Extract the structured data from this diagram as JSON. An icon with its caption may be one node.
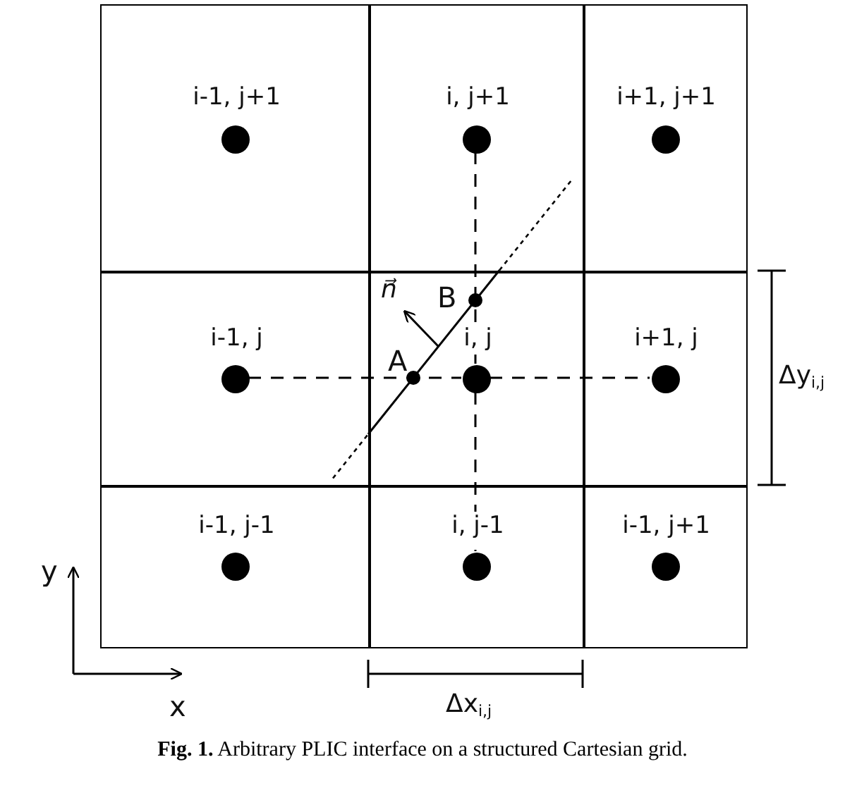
{
  "diagram": {
    "caption": "**Fig. 1.** Arbitrary PLIC interface on a structured Cartesian grid.",
    "nodes": [
      {
        "text": [
          "i-1, j+1"
        ]
      },
      {
        "text": [],
        "shape": "circle",
        "in": 0
      },
      {
        "text": [
          "i, j+1"
        ]
      },
      {
        "text": [],
        "shape": "circle",
        "in": 2
      },
      {
        "text": [
          "i+1, j+1"
        ]
      },
      {
        "text": [],
        "shape": "circle",
        "in": 4
      },
      {
        "text": [
          "i-1, j"
        ]
      },
      {
        "text": [],
        "shape": "circle",
        "in": 6
      },
      {
        "text": [
          "i, j"
        ]
      },
      {
        "text": [],
        "shape": "circle",
        "in": 8
      },
      {
        "text": [
          "i+1, j"
        ]
      },
      {
        "text": [],
        "shape": "circle",
        "in": 10
      },
      {
        "text": [
          "i-1, j-1"
        ]
      },
      {
        "text": [],
        "shape": "circle",
        "in": 12
      },
      {
        "text": [
          "i, j-1"
        ]
      },
      {
        "text": [],
        "shape": "circle",
        "in": 14
      },
      {
        "text": [
          "i-1, j+1"
        ]
      },
      {
        "text": [],
        "shape": "circle",
        "in": 16
      }
    ],
    "edges": [
      {
        "from": 7,
        "to": 9,
        "arrow": "none",
        "style": "dashed"
      },
      {
        "from": 9,
        "to": 11,
        "arrow": "none",
        "style": "dashed"
      },
      {
        "from": 3,
        "to": 9,
        "arrow": "none",
        "style": "dashed"
      },
      {
        "from": 9,
        "to": 15,
        "arrow": "none",
        "style": "dashed"
      }
    ],
    "labels": [
      "n⃗",
      "B",
      "A",
      "Δy$_{i,j}$",
      "y",
      "Δx$_{i,j}$",
      "x"
    ]
  }
}
